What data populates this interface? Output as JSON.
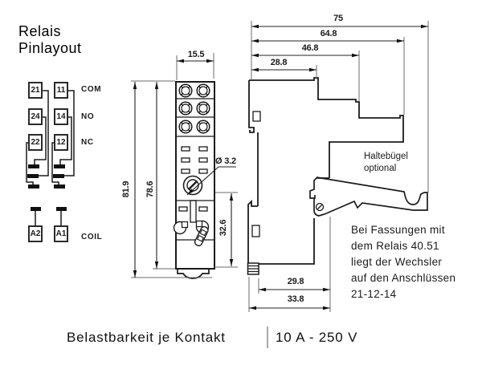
{
  "title": {
    "line1": "Relais",
    "line2": "Pinlayout"
  },
  "pinlayout": {
    "rows": [
      {
        "left": "21",
        "right": "11",
        "label": "COM"
      },
      {
        "left": "24",
        "right": "14",
        "label": "NO"
      },
      {
        "left": "22",
        "right": "12",
        "label": "NC"
      }
    ],
    "coil_row": {
      "left": "A2",
      "right": "A1",
      "label": "COIL"
    }
  },
  "front_view": {
    "dim_width": "15.5",
    "dim_height_total": "81.9",
    "dim_height_body": "78.6",
    "dim_hole_diameter": "Ø 3.2",
    "dim_lower_section": "32.6"
  },
  "side_view": {
    "dim_depth_total": "75",
    "dim_depth_body": "64.8",
    "dim_depth_mid": "46.8",
    "dim_depth_front": "28.8",
    "dim_bottom_inner": "29.8",
    "dim_bottom_outer": "33.8",
    "clip_label": {
      "line1": "Haltebügel",
      "line2": "optional"
    },
    "note_lines": [
      "Bei Fassungen mit",
      "dem Relais 40.51",
      "liegt der Wechsler",
      "auf den Anschlüssen",
      "21-12-14"
    ]
  },
  "footer": {
    "label": "Belastbarkeit je Kontakt",
    "value": "10 A - 250 V"
  },
  "colors": {
    "line": "#1b1b1b",
    "separator": "#a9a9a9"
  }
}
